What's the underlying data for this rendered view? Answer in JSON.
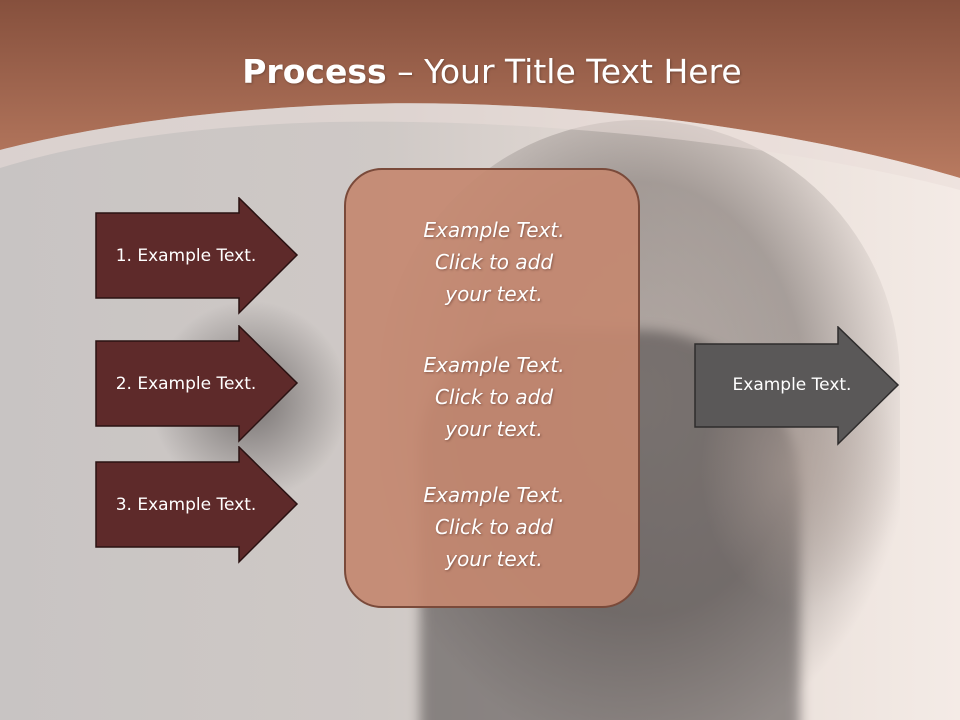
{
  "slide": {
    "title_bold": "Process",
    "title_rest": " – Your Title Text Here",
    "left_arrows": [
      {
        "label": "1. Example Text."
      },
      {
        "label": "2. Example Text."
      },
      {
        "label": "3. Example Text."
      }
    ],
    "center_blocks": [
      {
        "line1": "Example Text.",
        "line2": "Click  to add",
        "line3": "your text."
      },
      {
        "line1": "Example Text.",
        "line2": "Click  to add",
        "line3": "your text."
      },
      {
        "line1": "Example Text.",
        "line2": "Click  to add",
        "line3": "your text."
      }
    ],
    "right_arrow": {
      "label": "Example Text."
    }
  },
  "colors": {
    "header": "#a8684f",
    "left_arrow_fill": "#5e2a2a",
    "center_box": "#c48870",
    "right_arrow_fill": "#5a5858"
  }
}
